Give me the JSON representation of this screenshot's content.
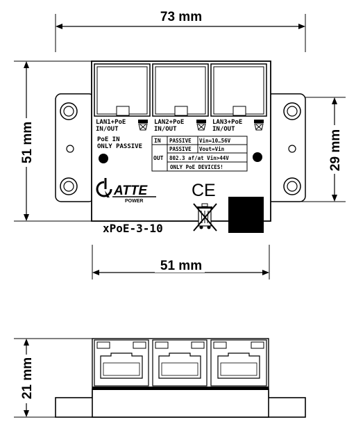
{
  "dimensions": {
    "top_width": "73 mm",
    "left_height": "51 mm",
    "right_height": "29 mm",
    "bottom_width": "51 mm",
    "side_height": "21 mm"
  },
  "ports": [
    {
      "label_line1": "LAN1+PoE",
      "label_line2": "IN/OUT"
    },
    {
      "label_line1": "LAN2+PoE",
      "label_line2": "IN/OUT"
    },
    {
      "label_line1": "LAN3+PoE",
      "label_line2": "IN/OUT"
    }
  ],
  "poe_in_note": {
    "line1": "PoE IN",
    "line2": "ONLY PASSIVE"
  },
  "spec_table": {
    "in_label": "IN",
    "out_label": "OUT",
    "row1_mode": "PASSIVE",
    "row1_value": "Vin=10…56V",
    "row2_mode": "PASSIVE",
    "row2_value": "Vout=Vin",
    "row3_text": "802.3 af/at Vin>44V",
    "row4_text": "ONLY PoE DEVICES!"
  },
  "brand": {
    "name": "ATTE",
    "sub": "POWER"
  },
  "ce_mark": "CE",
  "model": "xPoE-3-10"
}
